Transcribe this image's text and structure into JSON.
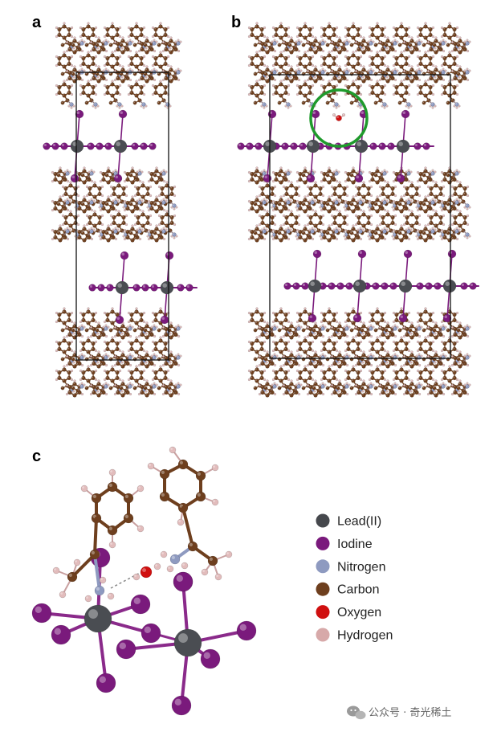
{
  "panels": {
    "a": "a",
    "b": "b",
    "c": "c"
  },
  "colors": {
    "lead": "#4a4d52",
    "iodine": "#7a1a7c",
    "nitrogen": "#8e9ac0",
    "carbon": "#6e3f1e",
    "oxygen": "#d01010",
    "hydrogen": "#e2bcbc",
    "highlight": "#1f9a2c"
  },
  "legend": [
    {
      "label": "Lead(II)",
      "color": "#46484d"
    },
    {
      "label": "Iodine",
      "color": "#7a1a7c"
    },
    {
      "label": "Nitrogen",
      "color": "#8e9ac0"
    },
    {
      "label": "Carbon",
      "color": "#6e3f1e"
    },
    {
      "label": "Oxygen",
      "color": "#d01010"
    },
    {
      "label": "Hydrogen",
      "color": "#d7a9a9"
    }
  ],
  "watermark": {
    "text": "公众号 · 奇光稀土",
    "icon": "wechat-icon"
  }
}
